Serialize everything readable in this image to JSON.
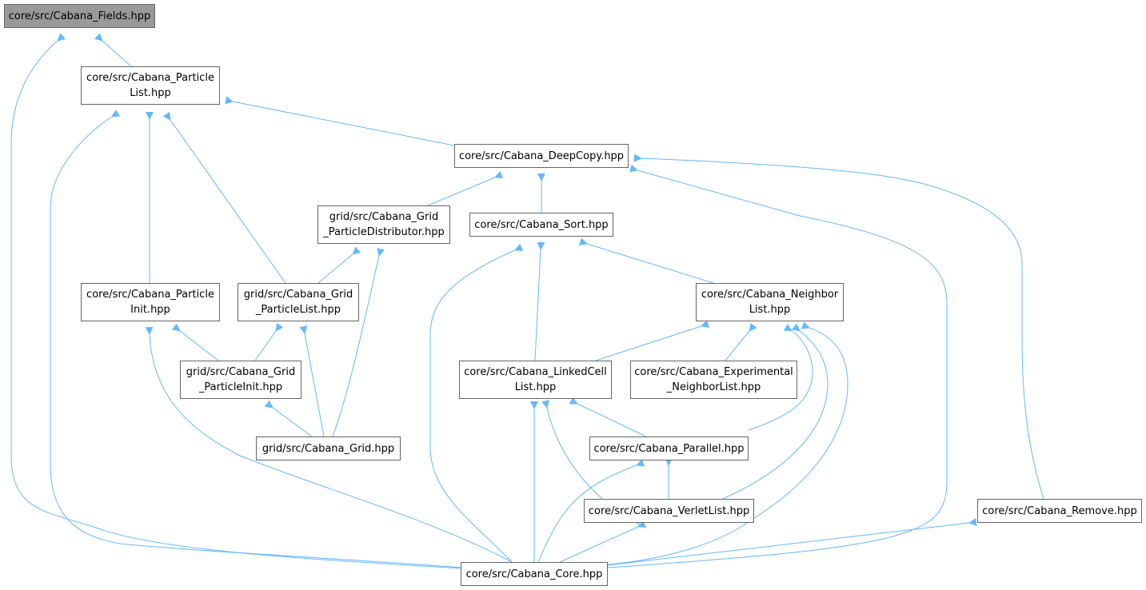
{
  "nodes": {
    "fields": {
      "lines": [
        "core/src/Cabana_Fields.hpp"
      ]
    },
    "particlelist": {
      "lines": [
        "core/src/Cabana_Particle",
        "List.hpp"
      ]
    },
    "deepcopy": {
      "lines": [
        "core/src/Cabana_DeepCopy.hpp"
      ]
    },
    "gridpd": {
      "lines": [
        "grid/src/Cabana_Grid",
        "_ParticleDistributor.hpp"
      ]
    },
    "sort": {
      "lines": [
        "core/src/Cabana_Sort.hpp"
      ]
    },
    "pinit": {
      "lines": [
        "core/src/Cabana_Particle",
        "Init.hpp"
      ]
    },
    "gridpl": {
      "lines": [
        "grid/src/Cabana_Grid",
        "_ParticleList.hpp"
      ]
    },
    "neighbor": {
      "lines": [
        "core/src/Cabana_Neighbor",
        "List.hpp"
      ]
    },
    "gridpi": {
      "lines": [
        "grid/src/Cabana_Grid",
        "_ParticleInit.hpp"
      ]
    },
    "linkedcell": {
      "lines": [
        "core/src/Cabana_LinkedCell",
        "List.hpp"
      ]
    },
    "expnl": {
      "lines": [
        "core/src/Cabana_Experimental",
        "_NeighborList.hpp"
      ]
    },
    "grid": {
      "lines": [
        "grid/src/Cabana_Grid.hpp"
      ]
    },
    "parallel": {
      "lines": [
        "core/src/Cabana_Parallel.hpp"
      ]
    },
    "verlet": {
      "lines": [
        "core/src/Cabana_VerletList.hpp"
      ]
    },
    "remove": {
      "lines": [
        "core/src/Cabana_Remove.hpp"
      ]
    },
    "core": {
      "lines": [
        "core/src/Cabana_Core.hpp"
      ]
    }
  },
  "colors": {
    "edge": "#63b8ff",
    "root_fill": "#999999",
    "node_border": "#666666"
  }
}
